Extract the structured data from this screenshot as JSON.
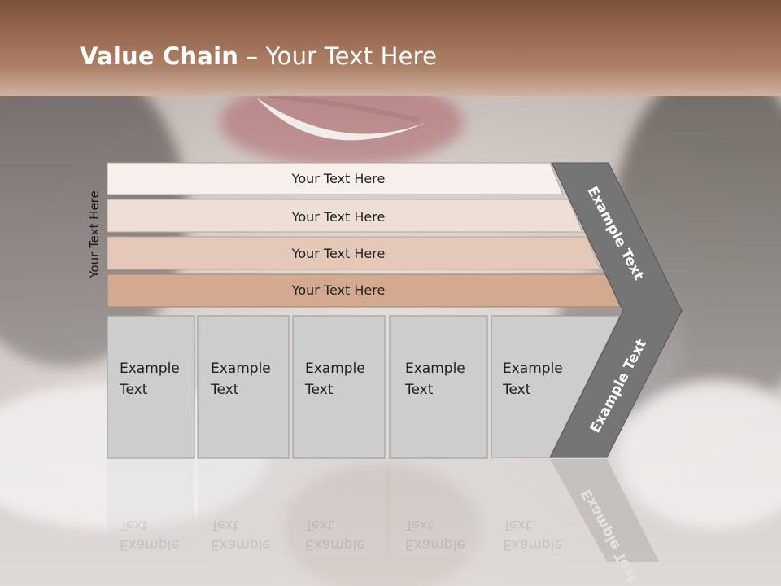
{
  "slide": {
    "title_bold": "Value Chain",
    "title_rest": " – Your Text Here",
    "side_label": "Your Text Here",
    "bars": [
      {
        "label": "Your Text Here",
        "color": "#f6efec"
      },
      {
        "label": "Your Text Here",
        "color": "#eedfd6"
      },
      {
        "label": "Your Text Here",
        "color": "#e4c8b8"
      },
      {
        "label": "Your Text Here",
        "color": "#d3aa90"
      }
    ],
    "boxes": [
      {
        "line1": "Example",
        "line2": "Text"
      },
      {
        "line1": "Example",
        "line2": "Text"
      },
      {
        "line1": "Example",
        "line2": "Text"
      },
      {
        "line1": "Example",
        "line2": "Text"
      },
      {
        "line1": "Example",
        "line2": "Text"
      }
    ],
    "chevron_top": "Example Text",
    "chevron_bottom": "Example Text",
    "colors": {
      "header": "#a0705a",
      "chevron": "#757575",
      "box": "#cdcdcd"
    }
  }
}
